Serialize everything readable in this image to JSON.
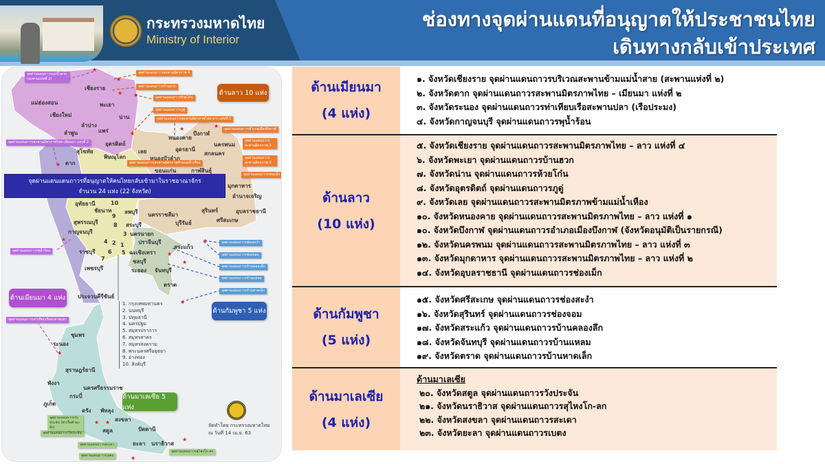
{
  "header": {
    "ministry_th": "กระทรวงมหาดไทย",
    "ministry_en": "Ministry of Interior",
    "title_line1": "ช่องทางจุดผ่านแดนที่อนุญาตให้ประชาชนไทย",
    "title_line2": "เดินทางกลับเข้าประเทศ"
  },
  "colors": {
    "header_dark": "#1f4e79",
    "header_light": "#2f6db0",
    "label_cell": "#fbd5b5",
    "label_text": "#2020b0",
    "laos": "#c55a11",
    "myanmar": "#b04fcf",
    "cambodia": "#2e5fb5",
    "malaysia": "#5aa032",
    "banner": "#2c2ca8"
  },
  "map": {
    "banner_line1": "จุดผ่านแดนแดนถาวรที่อนุญาตให้คนไทยกลับเข้ามาในราชอาณาจักร",
    "banner_line2": "จำนวน 24 แห่ง (22 จังหวัด)",
    "region_laos": "ด้านลาว 10 แห่ง",
    "region_myanmar": "ด้านเมียนมา 4 แห่ง",
    "region_cambodia": "ด้านกัมพูชา 5 แห่ง",
    "region_malaysia": "ด้านมาเลเซีย 5 แห่ง",
    "provinces": [
      "เชียงราย",
      "แม่ฮ่องสอน",
      "เชียงใหม่",
      "พะเยา",
      "น่าน",
      "ลำปาง",
      "ลำพูน",
      "แพร่",
      "อุตรดิตถ์",
      "สุโขทัย",
      "ตาก",
      "พิษณุโลก",
      "หนองคาย",
      "บึงกาฬ",
      "อุดรธานี",
      "สกลนคร",
      "นครพนม",
      "เลย",
      "หนองบัวลำภู",
      "ขอนแก่น",
      "กาฬสินธุ์",
      "มุกดาหาร",
      "อำนาจเจริญ",
      "อุทัยธานี",
      "ชัยนาท",
      "ลพบุรี",
      "นครราชสีมา",
      "บุรีรัมย์",
      "สุรินทร์",
      "ศรีสะเกษ",
      "อุบลราชธานี",
      "สุพรรณบุรี",
      "สระบุรี",
      "กาญจนบุรี",
      "นครนายก",
      "ปราจีนบุรี",
      "สระแก้ว",
      "ฉะเชิงเทรา",
      "ราชบุรี",
      "ชลบุรี",
      "เพชรบุรี",
      "ระยอง",
      "จันทบุรี",
      "ตราด",
      "ประจวบคีรีขันธ์",
      "ชุมพร",
      "ระนอง",
      "สุราษฎร์ธานี",
      "นครศรีธรรมราช",
      "พังงา",
      "กระบี่",
      "ภูเก็ต",
      "ตรัง",
      "พัทลุง",
      "สงขลา",
      "ปัตตานี",
      "สตูล",
      "ยะลา",
      "นราธิวาส"
    ],
    "numbers": [
      "1",
      "2",
      "3",
      "4",
      "5",
      "6",
      "7",
      "8",
      "9",
      "10"
    ],
    "legend": [
      "1. กรุงเทพมหานคร",
      "2. นนทบุรี",
      "3. ปทุมธานี",
      "4. นครปฐม",
      "5. สมุทรปราการ",
      "6. สมุทรสาคร",
      "7. สมุทรสงคราม",
      "8. พระนครศรีอยุธยา",
      "9. อ่างทอง",
      "10. สิงห์บุรี"
    ],
    "callouts": [
      "จุดผ่านแดนถาวรแม่น้ำสาย (สะพานแห่งที่ 2)",
      "จุดผ่านแดนถาวรสะพานมิตรภาพ 4",
      "จุดผ่านแดนถาวรบ้านฮวก",
      "จุดผ่านแดนถาวรห้วยโก๋น",
      "จุดผ่านแดนถาวรภูดู่",
      "จุดผ่านแดนถาวรสะพานมิตรภาพไทย-ลาว แห่งที่ 1",
      "จุดผ่านแดนถาวรอำเภอเมืองบึงกาฬ",
      "จุดผ่านแดนถาวรสะพานมิตรภาพ 3",
      "จุดผ่านแดนถาวรสะพานมิตรภาพ 2",
      "จุดผ่านแดนถาวรสะพานมิตรภาพข้ามแม่น้ำเหือง",
      "จุดผ่านแดนถาวรช่องเม็ก",
      "จุดผ่านแดนถาวรสะพานมิตรภาพไทย-เมียนมา แห่งที่ 2",
      "จุดผ่านแดนถาวรพุน้ำร้อน",
      "จุดผ่านแดนถาวรท่าเทียบเรือสะพานปลา",
      "จุดผ่านแดนถาวรช่องสะงำ",
      "จุดผ่านแดนถาวรช่องจอม",
      "จุดผ่านแดนถาวรบ้านคลองลึก",
      "จุดผ่านแดนถาวรบ้านแหลม",
      "จุดผ่านแดนถาวรบ้านหาดเล็ก",
      "จุดผ่านแดนถาวรวังประจัน",
      "จุดผ่านแดนถาวรสะเดา",
      "จุดผ่านแดนถาวรเบตง",
      "จุดผ่านแดนถาวรสุไหงโก-ลก",
      "จุดผ่านแดนถาวรวังประจัน (ท่าเรือตำมะลัง)"
    ],
    "credit_line1": "จัดทำโดย กระทรวงมหาดไทย",
    "credit_line2": "ณ วันที่ 14 เม.ย. 63"
  },
  "table": [
    {
      "label": "ด้านเมียนมา",
      "count": "(4 แห่ง)",
      "items": [
        "๑. จังหวัดเชียงราย จุดผ่านแดนถาวรบริเวณสะพานข้ามแม่น้ำสาย (สะพานแห่งที่ ๒)",
        "๒. จังหวัดตาก จุดผ่านแดนถาวรสะพานมิตรภาพไทย – เมียนมา แห่งที่ ๒",
        "๓. จังหวัดระนอง จุดผ่านแดนถาวรท่าเทียบเรือสะพานปลา (เรือประมง)",
        "๔. จังหวัดกาญจนบุรี จุดผ่านแดนถาวรพุน้ำร้อน"
      ]
    },
    {
      "label": "ด้านลาว",
      "count": "(10 แห่ง)",
      "items": [
        "๕. จังหวัดเชียงราย จุดผ่านแดนถาวรสะพานมิตรภาพไทย – ลาว แห่งที่ ๔",
        "๖. จังหวัดพะเยา จุดผ่านแดนถาวรบ้านฮวก",
        "๗. จังหวัดน่าน จุดผ่านแดนถาวรห้วยโก๋น",
        "๘. จังหวัดอุตรดิตถ์ จุดผ่านแดนถาวรภูดู่",
        "๙. จังหวัดเลย จุดผ่านแดนถาวรสะพานมิตรภาพข้ามแม่น้ำเหือง",
        "๑๐. จังหวัดหนองคาย จุดผ่านแดนถาวรสะพานมิตรภาพไทย – ลาว แห่งที่ ๑",
        "๑๐. จังหวัดบึงกาฬ จุดผ่านแดนถาวรอำเภอเมืองบึงกาฬ (จังหวัดอนุมัติเป็นรายกรณี)",
        "๑๒. จังหวัดนครพนม จุดผ่านแดนถาวรสะพานมิตรภาพไทย – ลาว แห่งที่ ๓",
        "๑๓. จังหวัดมุกดาหาร จุดผ่านแดนถาวรสะพานมิตรภาพไทย – ลาว แห่งที่ ๒",
        "๑๔. จังหวัดอุบลราชธานี จุดผ่านแดนถาวรช่องเม็ก"
      ]
    },
    {
      "label": "ด้านกัมพูชา",
      "count": "(5 แห่ง)",
      "items": [
        "๑๕. จังหวัดศรีสะเกษ จุดผ่านแดนถาวรช่องสะงำ",
        "๑๖. จังหวัดสุรินทร์ จุดผ่านแดนถาวรช่องจอม",
        "๑๗. จังหวัดสระแก้ว จุดผ่านแดนถาวรบ้านคลองลึก",
        "๑๘. จังหวัดจันทบุรี จุดผ่านแดนถาวรบ้านแหลม",
        "๑๙. จังหวัดตราด จุดผ่านแดนถาวรบ้านหาดเล็ก"
      ]
    },
    {
      "label": "ด้านมาเลเซีย",
      "count": "(4 แห่ง)",
      "subheading": "ด้านมาเลเซีย",
      "items": [
        "๒๐. จังหวัดสตูล จุดผ่านแดนถาวรวังประจัน",
        "๒๑. จังหวัดนราธิวาส จุดผ่านแดนถาวรสุไหงโก-ลก",
        "๒๒. จังหวัดสงขลา จุดผ่านแดนถาวรสะเดา",
        "๒๓. จังหวัดยะลา จุดผ่านแดนถาวรเบตง"
      ]
    }
  ]
}
